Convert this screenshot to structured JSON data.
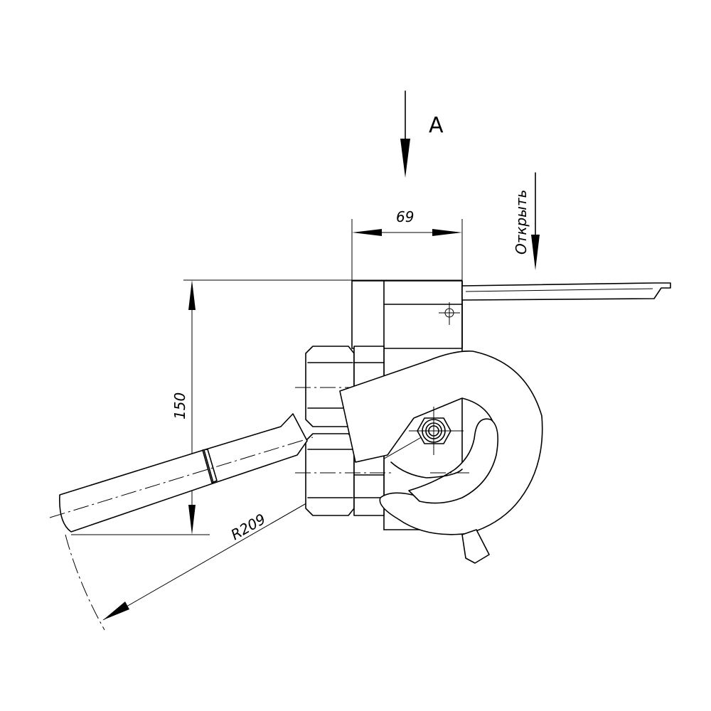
{
  "view_label": "А",
  "dimensions": {
    "width": "69",
    "height": "150",
    "radius": "R209"
  },
  "annotation": "Открыть"
}
